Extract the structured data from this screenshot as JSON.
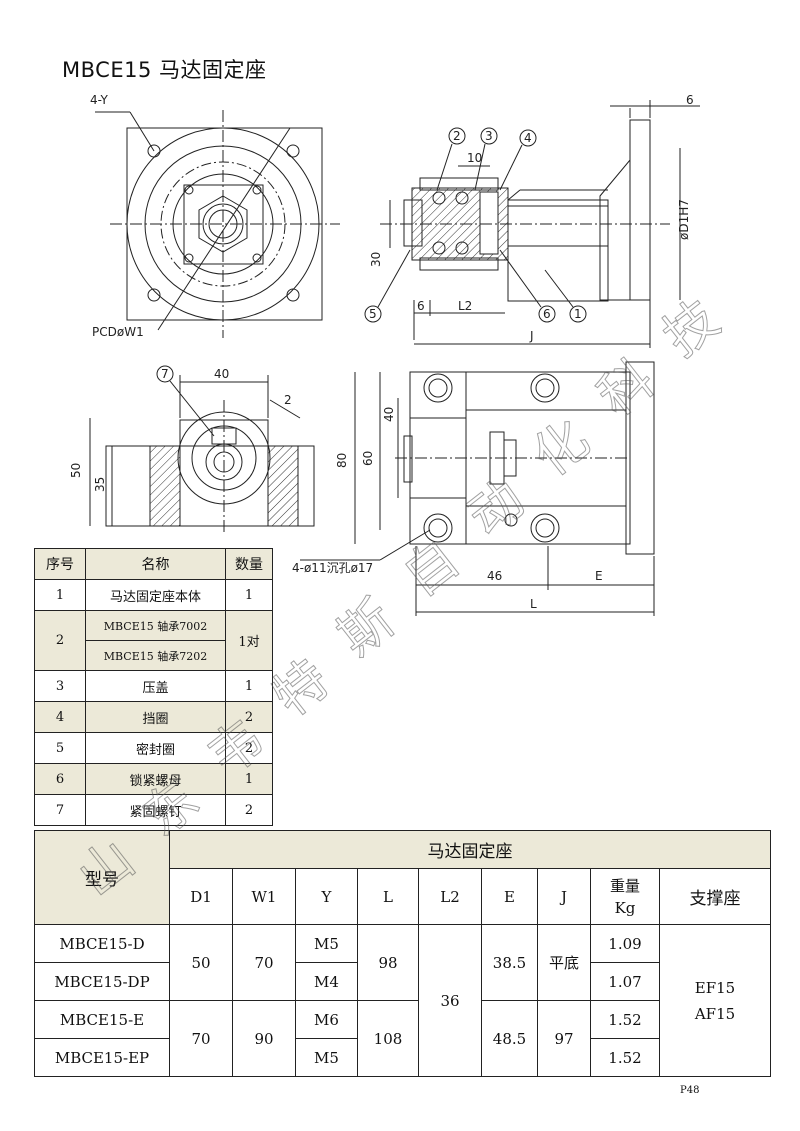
{
  "title": "MBCE15 马达固定座",
  "drawing_labels": {
    "y_holes": "4-Y",
    "pcd": "PCDøW1",
    "dim_6": "6",
    "dim_10": "10",
    "dim_30": "30",
    "dim_6b": "6",
    "dim_L2": "L2",
    "dim_J": "J",
    "dim_D1": "øD1H7",
    "c1": "1",
    "c2": "2",
    "c3": "3",
    "c4": "4",
    "c5": "5",
    "c6": "6",
    "c7": "7",
    "dim_40": "40",
    "dim_2": "2",
    "dim_50": "50",
    "dim_35": "35",
    "dim_80": "80",
    "dim_60": "60",
    "dim_40b": "40",
    "holes_note": "4-ø11沉孔ø17",
    "dim_46": "46",
    "dim_E": "E",
    "dim_L": "L"
  },
  "parts_table": {
    "headers": [
      "序号",
      "名称",
      "数量"
    ],
    "rows": [
      {
        "no": "1",
        "name": "马达固定座本体",
        "qty": "1"
      },
      {
        "no": "2",
        "name_a": "MBCE15 轴承7002",
        "name_b": "MBCE15 轴承7202",
        "qty": "1对"
      },
      {
        "no": "3",
        "name": "压盖",
        "qty": "1"
      },
      {
        "no": "4",
        "name": "挡圈",
        "qty": "2"
      },
      {
        "no": "5",
        "name": "密封圈",
        "qty": "2"
      },
      {
        "no": "6",
        "name": "锁紧螺母",
        "qty": "1"
      },
      {
        "no": "7",
        "name": "紧固螺钉",
        "qty": "2"
      }
    ]
  },
  "spec_table": {
    "model_header": "型号",
    "group_header": "马达固定座",
    "cols": [
      "D1",
      "W1",
      "Y",
      "L",
      "L2",
      "E",
      "J"
    ],
    "weight_header": "重量",
    "weight_unit": "Kg",
    "support_header": "支撑座",
    "rows": [
      {
        "model": "MBCE15-D",
        "Y": "M5",
        "weight": "1.09"
      },
      {
        "model": "MBCE15-DP",
        "Y": "M4",
        "weight": "1.07"
      },
      {
        "model": "MBCE15-E",
        "Y": "M6",
        "weight": "1.52"
      },
      {
        "model": "MBCE15-EP",
        "Y": "M5",
        "weight": "1.52"
      }
    ],
    "group_D": {
      "D1": "50",
      "W1": "70",
      "L": "98",
      "E": "38.5",
      "J": "平底"
    },
    "group_E": {
      "D1": "70",
      "W1": "90",
      "L": "108",
      "E": "48.5",
      "J": "97"
    },
    "L2": "36",
    "support_a": "EF15",
    "support_b": "AF15"
  },
  "page_number": "P48",
  "watermark": [
    "山",
    "东",
    "韦",
    "特",
    "斯",
    "自",
    "动",
    "化",
    "科",
    "技"
  ]
}
